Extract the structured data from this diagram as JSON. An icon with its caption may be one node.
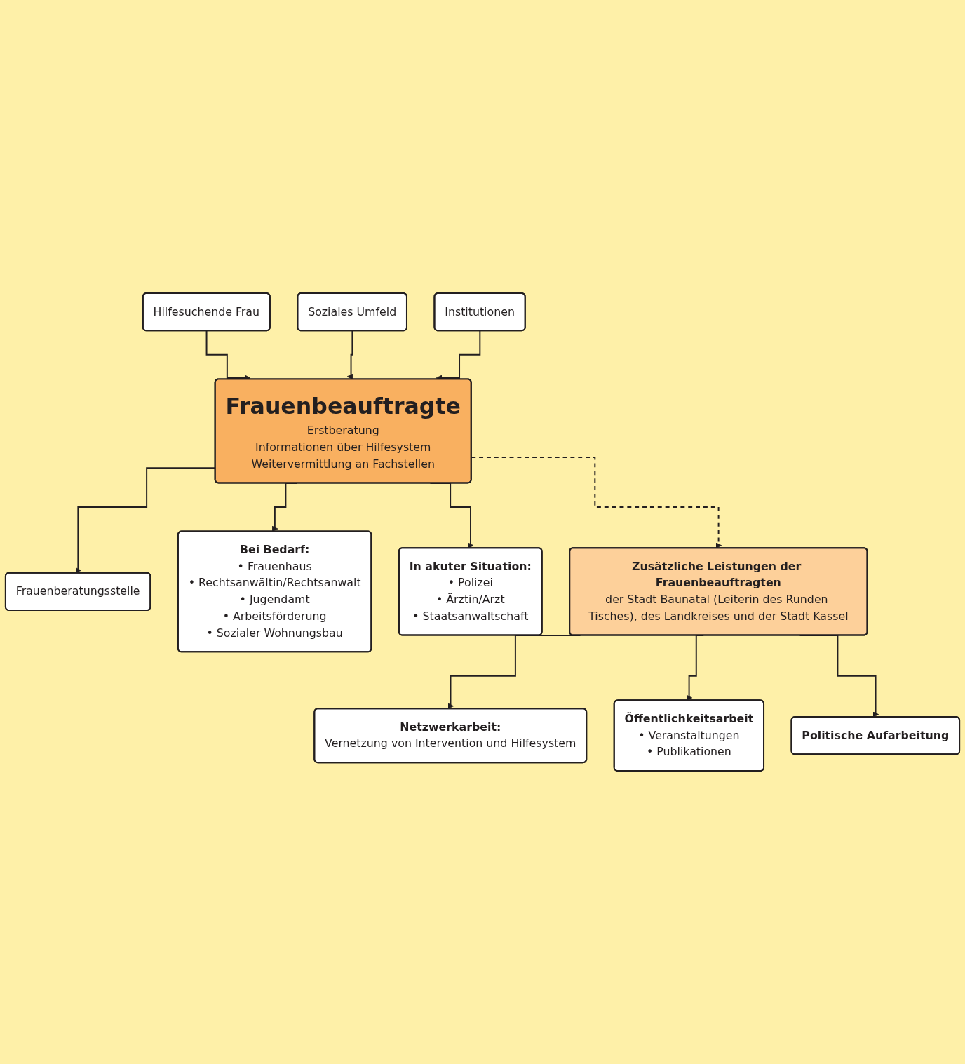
{
  "diagram": {
    "nodes": [
      {
        "text": [
          "Hilfesuchende Frau"
        ]
      },
      {
        "text": [
          "Soziales Umfeld"
        ]
      },
      {
        "text": [
          "Institutionen"
        ]
      },
      {
        "text": [
          "Frauenbeauftragte",
          "Erstberatung",
          "Informationen über Hilfesystem",
          "Weitervermittlung an Fachstellen"
        ]
      },
      {
        "text": [
          "Frauenberatungsstelle"
        ]
      },
      {
        "text": [
          "Bei Bedarf:",
          "• Frauenhaus",
          "• Rechtsanwältin/Rechtsanwalt",
          "• Jugendamt",
          "• Arbeitsförderung",
          "• Sozialer Wohnungsbau"
        ]
      },
      {
        "text": [
          "In akuter Situation:",
          "• Polizei",
          "• Ärztin/Arzt",
          "• Staatsanwaltschaft"
        ]
      },
      {
        "text": [
          "Zusätzliche Leistungen der Frauenbeauftragten",
          "der Stadt Baunatal (Leiterin des Runden Tisches), des Landkreises und der Stadt Kassel"
        ]
      },
      {
        "text": [
          "Netzwerkarbeit:",
          "Vernetzung von Intervention und Hilfesystem"
        ]
      },
      {
        "text": [
          "Öffentlichkeitsarbeit",
          "• Veranstaltungen",
          "• Publikationen"
        ]
      },
      {
        "text": [
          "Politische Aufarbeitung"
        ]
      }
    ],
    "edges": [
      {
        "from": 0,
        "to": 3,
        "arrow": "to"
      },
      {
        "from": 1,
        "to": 3,
        "arrow": "to"
      },
      {
        "from": 2,
        "to": 3,
        "arrow": "to"
      },
      {
        "from": 3,
        "to": 4,
        "arrow": "to"
      },
      {
        "from": 3,
        "to": 5,
        "arrow": "to"
      },
      {
        "from": 3,
        "to": 6,
        "arrow": "to"
      },
      {
        "from": 3,
        "to": 7,
        "arrow": "to",
        "style": "dashed"
      },
      {
        "from": 7,
        "to": 8,
        "arrow": "to"
      },
      {
        "from": 7,
        "to": 9,
        "arrow": "to"
      },
      {
        "from": 7,
        "to": 10,
        "arrow": "to"
      }
    ]
  }
}
